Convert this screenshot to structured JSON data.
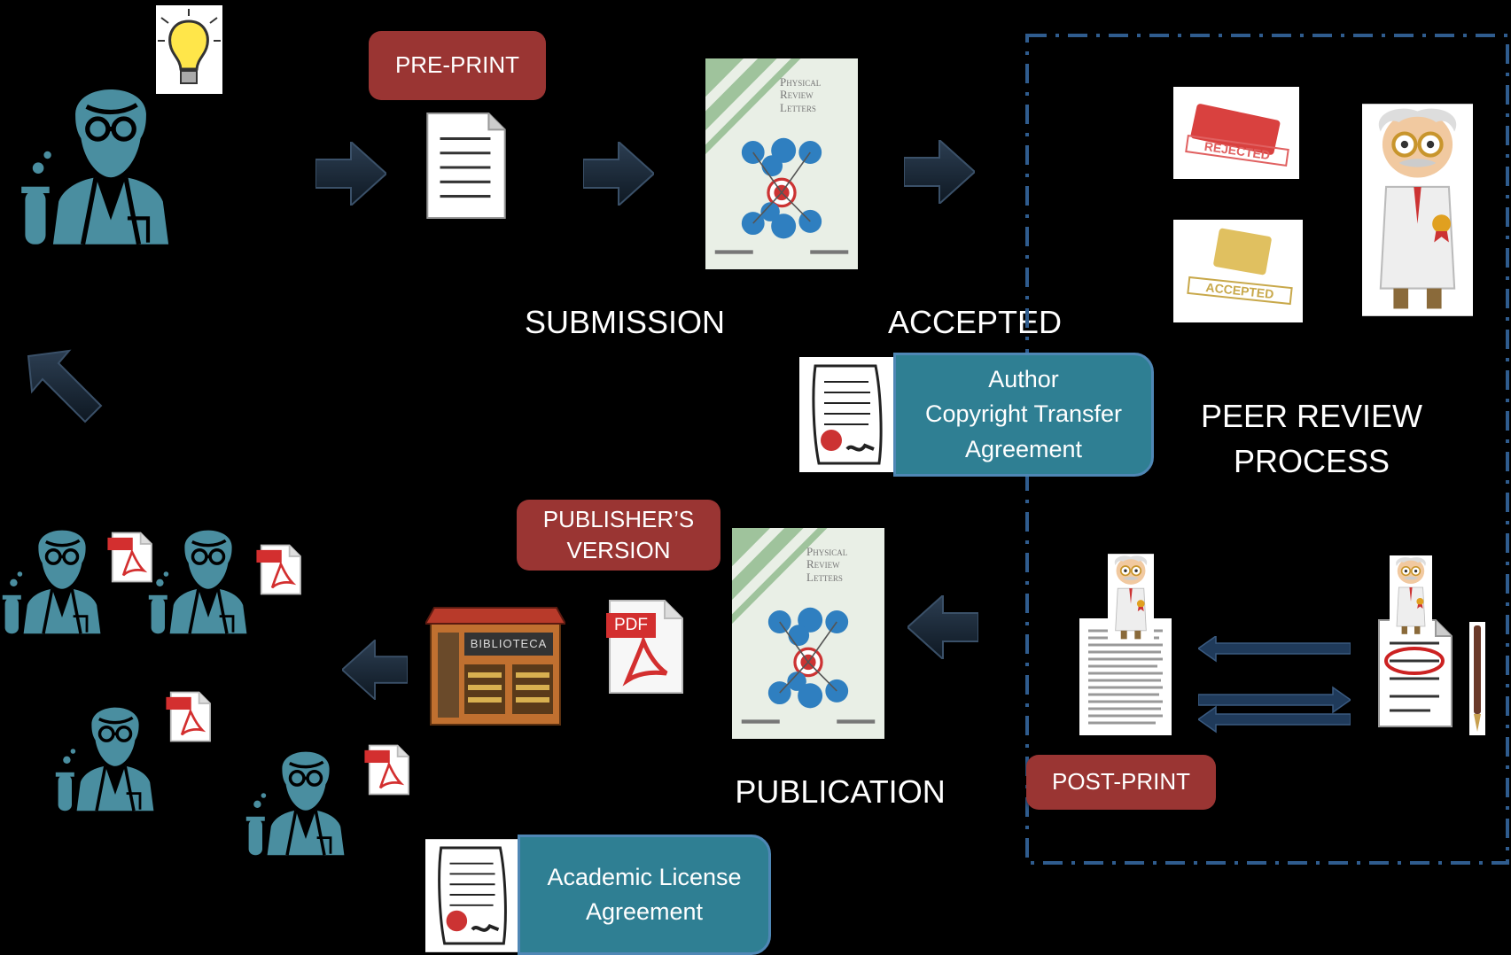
{
  "labels": {
    "pre_print": "PRE-PRINT",
    "submission": "SUBMISSION",
    "accepted": "ACCEPTED",
    "peer_review_line1": "PEER REVIEW",
    "peer_review_line2": "PROCESS",
    "publication": "PUBLICATION",
    "post_print": "POST-PRINT",
    "publisher_line1": "PUBLISHER’S",
    "publisher_line2": "VERSION"
  },
  "agreements": {
    "copyright_line1": "Author",
    "copyright_line2": "Copyright Transfer",
    "copyright_line3": "Agreement",
    "license_line1": "Academic License",
    "license_line2": "Agreement"
  },
  "journal": {
    "line1": "Physical",
    "line2": "Review",
    "line3": "Letters"
  },
  "stamps": {
    "rejected": "REJECTED",
    "accepted": "ACCEPTED"
  },
  "pdf_tag": "PDF",
  "library_sign": "BIBLIOTECA",
  "colors": {
    "scientist": "#4a8ea0",
    "arrow": "#1a2a3a",
    "red_badge": "#9a3533",
    "teal_badge": "#2f7f93",
    "dash_border": "#2f5c8e"
  }
}
